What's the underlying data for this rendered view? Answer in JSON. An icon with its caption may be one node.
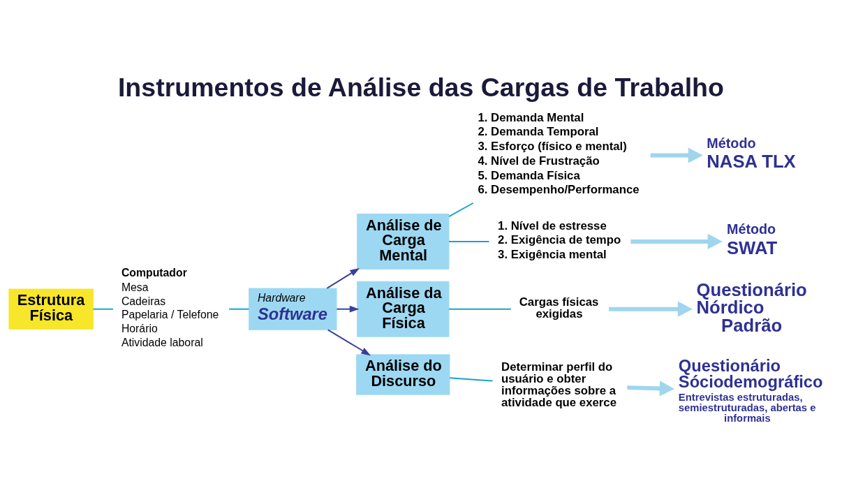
{
  "diagram": {
    "title": "Instrumentos de Análise das Cargas de Trabalho",
    "nodes": [
      {
        "text": [
          "Estrutura Física"
        ]
      },
      {
        "text": [
          "Computador",
          "Mesa",
          "Cadeiras",
          "Papelaria / Telefone",
          "Horário",
          "Atividade laboral"
        ]
      },
      {
        "text": [
          "Hardware",
          "Software"
        ]
      },
      {
        "text": [
          "Análise de Carga Mental"
        ]
      },
      {
        "text": [
          "1. Demanda Mental",
          "2. Demanda Temporal",
          "3. Esforço (físico e mental)",
          "4. Nível de Frustração",
          "5. Demanda Física",
          "6. Desempenho/Performance"
        ]
      },
      {
        "text": [
          "Método",
          "NASA TLX"
        ]
      },
      {
        "text": [
          "1. Nível de estresse",
          "2. Exigência de tempo",
          "3. Exigência mental"
        ]
      },
      {
        "text": [
          "Método",
          "SWAT"
        ]
      },
      {
        "text": [
          "Análise da Carga Física"
        ]
      },
      {
        "text": [
          "Cargas físicas exigidas"
        ]
      },
      {
        "text": [
          "Questionário Nórdico Padrão"
        ]
      },
      {
        "text": [
          "Análise do Discurso"
        ]
      },
      {
        "text": [
          "Determinar perfil do usuário e obter informações sobre a atividade que exerce"
        ]
      },
      {
        "text": [
          "Questionário Sóciodemográfico",
          "Entrevistas estruturadas, semiestruturadas, abertas e informais"
        ]
      }
    ],
    "edges": [
      {
        "from": 0,
        "to": 1,
        "arrow": "none"
      },
      {
        "from": 1,
        "to": 2,
        "arrow": "none"
      },
      {
        "from": 2,
        "to": 3,
        "arrow": "to",
        "color": "#3a3f9a"
      },
      {
        "from": 3,
        "to": 4,
        "arrow": "none"
      },
      {
        "from": 4,
        "to": 5,
        "arrow": "to",
        "style": "thick",
        "color": "#9fd6ee"
      },
      {
        "from": 3,
        "to": 6,
        "arrow": "none"
      },
      {
        "from": 6,
        "to": 7,
        "arrow": "to",
        "style": "thick",
        "color": "#9fd6ee"
      },
      {
        "from": 2,
        "to": 8,
        "arrow": "to",
        "color": "#3a3f9a"
      },
      {
        "from": 8,
        "to": 9,
        "arrow": "none"
      },
      {
        "from": 9,
        "to": 10,
        "arrow": "to",
        "style": "thick",
        "color": "#9fd6ee"
      },
      {
        "from": 2,
        "to": 11,
        "arrow": "to",
        "color": "#3a3f9a"
      },
      {
        "from": 11,
        "to": 12,
        "arrow": "none"
      },
      {
        "from": 12,
        "to": 13,
        "arrow": "to",
        "style": "thick",
        "color": "#9fd6ee"
      }
    ]
  }
}
